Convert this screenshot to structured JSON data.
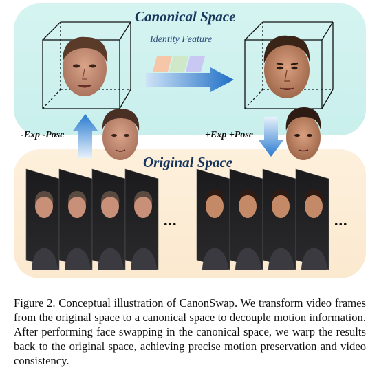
{
  "figure": {
    "canonical_title": "Canonical Space",
    "original_title": "Original Space",
    "identity_label": "Identity Feature",
    "left_arrow_label": "-Exp -Pose",
    "right_arrow_label": "+Exp +Pose",
    "ellipsis": "...",
    "colors": {
      "canonical_bg": "#c9efec",
      "original_bg": "#fbe9cf",
      "arrow_blue": "#1f6fc6",
      "bar_orange": "#f6c6a8",
      "bar_green": "#cfe9c8",
      "bar_purple": "#c9c8f2"
    }
  },
  "caption": {
    "text": "Figure 2.  Conceptual illustration of CanonSwap.  We transform video frames from the original space to a canonical space to decouple motion information. After performing face swapping in the canonical space, we warp the results back to the original space, achieving precise motion preservation and video consistency."
  }
}
